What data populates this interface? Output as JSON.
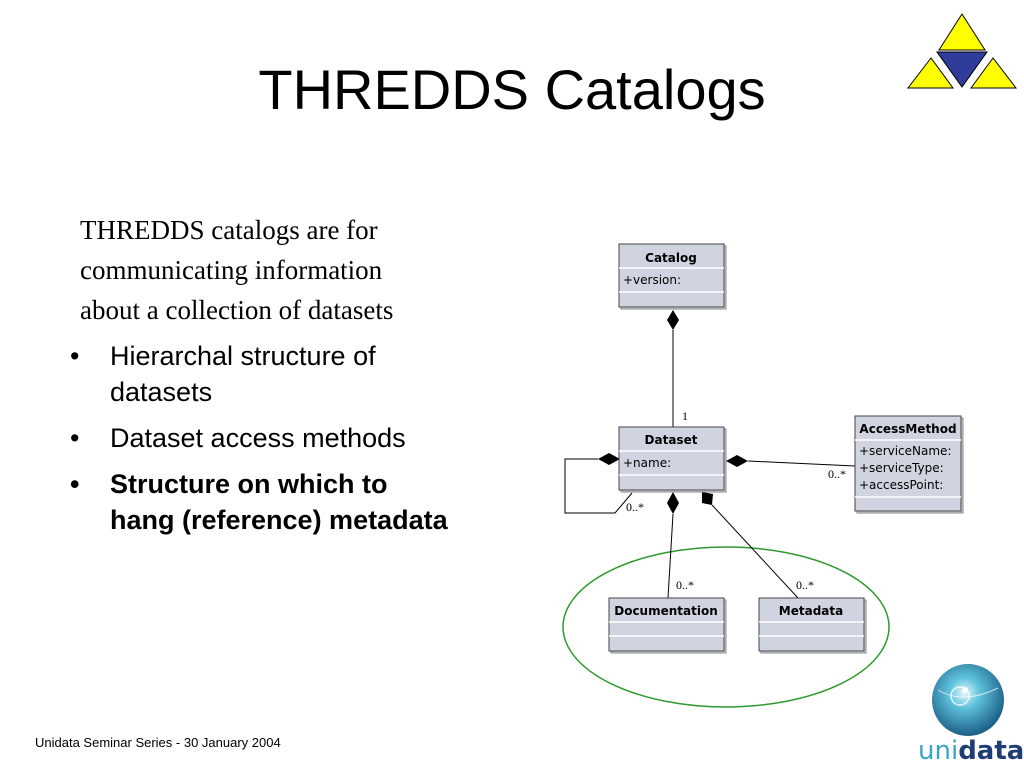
{
  "slide": {
    "title": "THREDDS Catalogs",
    "intro_lines": [
      "THREDDS catalogs are for",
      "communicating information",
      "about a collection of datasets"
    ],
    "bullets": [
      {
        "lines": [
          "Hierarchal structure of",
          "datasets"
        ],
        "bold": false
      },
      {
        "lines": [
          "Dataset access methods"
        ],
        "bold": false
      },
      {
        "lines": [
          "Structure on which to",
          "hang (reference) metadata"
        ],
        "bold": true
      }
    ],
    "bullet_char": "•",
    "footer": "Unidata Seminar Series - 30 January 2004"
  },
  "diagram": {
    "classes": {
      "catalog": {
        "name": "Catalog",
        "attrs": [
          "+version:"
        ]
      },
      "dataset": {
        "name": "Dataset",
        "attrs": [
          "+name:"
        ]
      },
      "access_method": {
        "name": "AccessMethod",
        "attrs": [
          "+serviceName:",
          "+serviceType:",
          "+accessPoint:"
        ]
      },
      "documentation": {
        "name": "Documentation",
        "attrs": []
      },
      "metadata": {
        "name": "Metadata",
        "attrs": []
      }
    },
    "multiplicities": {
      "catalog_dataset": "1",
      "dataset_access": "0..*",
      "dataset_self": "0..*",
      "dataset_documentation": "0..*",
      "dataset_metadata": "0..*"
    },
    "colors": {
      "box_fill": "#d0d4e0",
      "highlight_ellipse": "#2e9a2e"
    }
  },
  "logos": {
    "triangle": {
      "colors": {
        "outer": "#ffff00",
        "center": "#2f3c9a"
      }
    },
    "unidata": {
      "text_light": "uni",
      "text_dark": "data"
    }
  }
}
